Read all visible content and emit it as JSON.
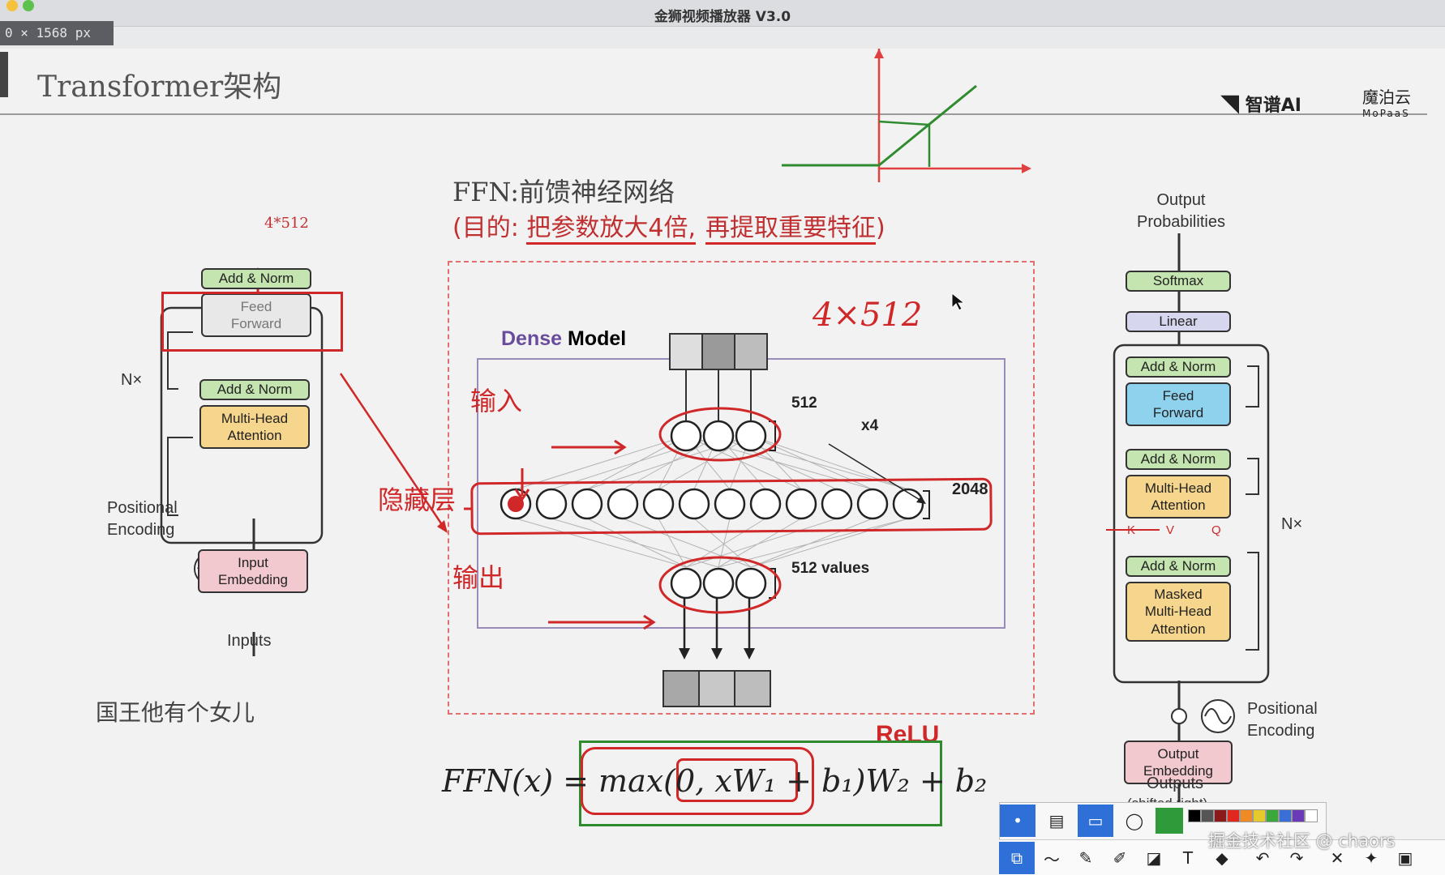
{
  "app": {
    "title": "金狮视频播放器 V3.0",
    "dimension_readout": "0 × 1568 px"
  },
  "slide": {
    "title": "Transformer架构",
    "logos": {
      "zhipu": "智谱AI",
      "mopaas": "魔泊云",
      "mopaas_sub": "MoPaaS"
    }
  },
  "encoder": {
    "top_label": "4*512",
    "add_norm_top": "Add & Norm",
    "feed_forward_1": "Feed",
    "feed_forward_2": "Forward",
    "nx": "N×",
    "add_norm_bottom": "Add & Norm",
    "mha_1": "Multi-Head",
    "mha_2": "Attention",
    "pos_enc_1": "Positional",
    "pos_enc_2": "Encoding",
    "input_emb_1": "Input",
    "input_emb_2": "Embedding",
    "inputs": "Inputs"
  },
  "example_sentence": "国王他有个女儿",
  "ffn": {
    "heading": "FFN:前馈神经网络",
    "purpose_prefix": "(目的: ",
    "purpose_a": "把参数放大4倍,",
    "purpose_b": "再提取重要特征",
    "purpose_suffix": ")",
    "handwritten_dim": "4×512",
    "dense_word1": "Dense",
    "dense_word2": "Model",
    "input_label": "输入",
    "hidden_label": "隐藏层",
    "output_label": "输出",
    "n_input": "512",
    "n_hidden": "2048",
    "n_output": "512 values",
    "scale_label": "x4",
    "relu_label": "ReLU",
    "formula": "FFN(x) = max(0, xW₁ + b₁)W₂ + b₂"
  },
  "decoder": {
    "out_prob_1": "Output",
    "out_prob_2": "Probabilities",
    "softmax": "Softmax",
    "linear": "Linear",
    "add_norm_1": "Add & Norm",
    "ff_1": "Feed",
    "ff_2": "Forward",
    "add_norm_2": "Add & Norm",
    "mha_1": "Multi-Head",
    "mha_2": "Attention",
    "nx": "N×",
    "add_norm_3": "Add & Norm",
    "mmha_1": "Masked",
    "mmha_2": "Multi-Head",
    "mmha_3": "Attention",
    "pos_enc_1": "Positional",
    "pos_enc_2": "Encoding",
    "out_emb_1": "Output",
    "out_emb_2": "Embedding",
    "outputs": "Outputs",
    "shifted": "(shifted right)",
    "k": "K",
    "v": "V",
    "q": "Q"
  },
  "watermark": "掘金技术社区 @ chaors",
  "colors": {
    "annotation_red": "#d02828",
    "annotation_green": "#2e8b2e",
    "dense_purple": "#6a4c9c"
  },
  "toolbar": {
    "tools": [
      "pointer",
      "screen",
      "rectangle",
      "ellipse",
      "color"
    ],
    "tools2": [
      "capture",
      "line",
      "pen",
      "highlighter",
      "crop",
      "text",
      "eraser",
      "undo",
      "redo",
      "close",
      "pin",
      "save"
    ],
    "palette": [
      "#000000",
      "#555555",
      "#8b1a1a",
      "#e0281e",
      "#f08a24",
      "#e6c92c",
      "#3aa83a",
      "#3a6fd6",
      "#6a3ab8",
      "#ffffff"
    ]
  }
}
